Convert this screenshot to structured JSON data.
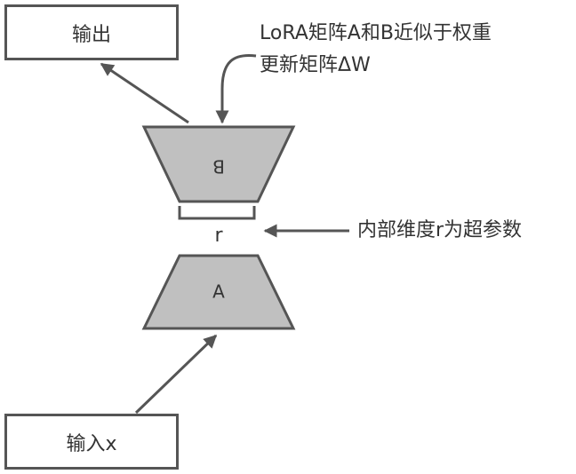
{
  "output_box": {
    "label": "输出"
  },
  "input_box": {
    "label": "输入x"
  },
  "matrix_b": {
    "label": "B"
  },
  "matrix_a": {
    "label": "A"
  },
  "rank": {
    "label": "r"
  },
  "annotation_top": {
    "line1": "LoRA矩阵A和B近似于权重",
    "line2": "更新矩阵ΔW"
  },
  "annotation_rank": {
    "text": "内部维度r为超参数"
  },
  "colors": {
    "stroke": "#555555",
    "fill": "#c0c0c0",
    "text": "#333333",
    "background": "#ffffff"
  }
}
